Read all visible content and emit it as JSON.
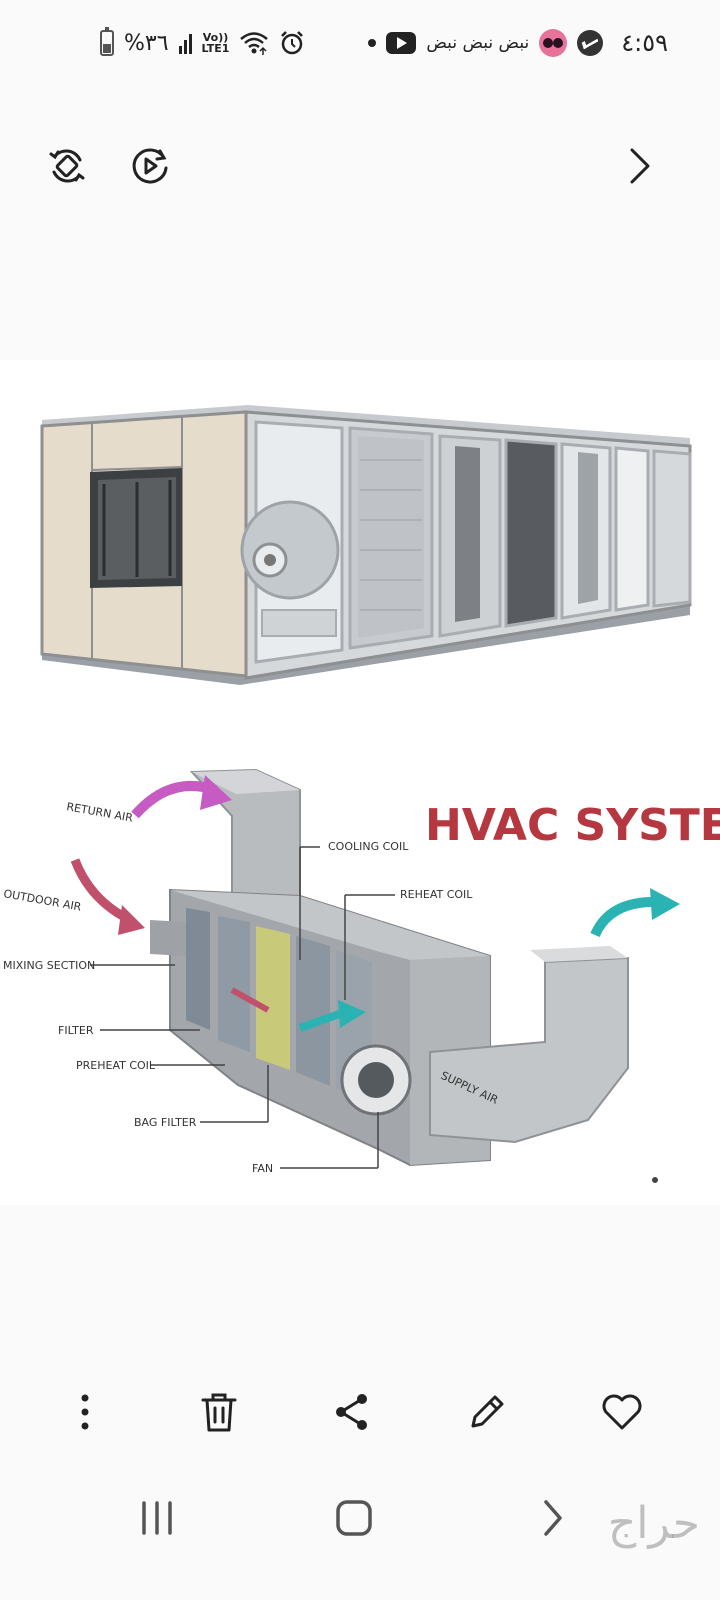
{
  "status_bar": {
    "time": "٤:٥٩",
    "notification_text": "نبض نبض نبض",
    "battery_percent": "%٣٦",
    "network_label_top": "Vo))",
    "network_label_bottom": "LTE1",
    "icons": [
      "messenger-icon",
      "app-icon",
      "youtube-icon",
      "notification-dot",
      "alarm-icon",
      "wifi-icon",
      "signal-icon",
      "battery-icon"
    ]
  },
  "toolbar": {
    "icons": [
      "rotate-icon",
      "video-play-icon",
      "chevron-right-icon"
    ]
  },
  "photo": {
    "diagram_title": "HVAC SYSTEM",
    "labels": {
      "return_air": "RETURN AIR",
      "outdoor_air": "OUTDOOR AIR",
      "mixing_section": "MIXING SECTION",
      "filter": "FILTER",
      "preheat_coil": "PREHEAT COIL",
      "bag_filter": "BAG FILTER",
      "fan": "FAN",
      "cooling_coil": "COOLING COIL",
      "reheat_coil": "REHEAT COIL",
      "supply_air": "SUPPLY AIR"
    },
    "colors": {
      "title": "#b5373f",
      "return_arrow": "#c65bc4",
      "outdoor_arrow": "#c0506c",
      "supply_arrow": "#2bb3b3",
      "panel": "#e6dccb",
      "frame": "#a9adb2"
    }
  },
  "action_bar": {
    "icons": [
      "more-options-icon",
      "delete-icon",
      "share-icon",
      "edit-icon",
      "favorite-icon"
    ]
  },
  "nav_bar": {
    "icons": [
      "recent-apps-icon",
      "home-icon",
      "back-icon"
    ],
    "watermark_text": "حراج"
  }
}
